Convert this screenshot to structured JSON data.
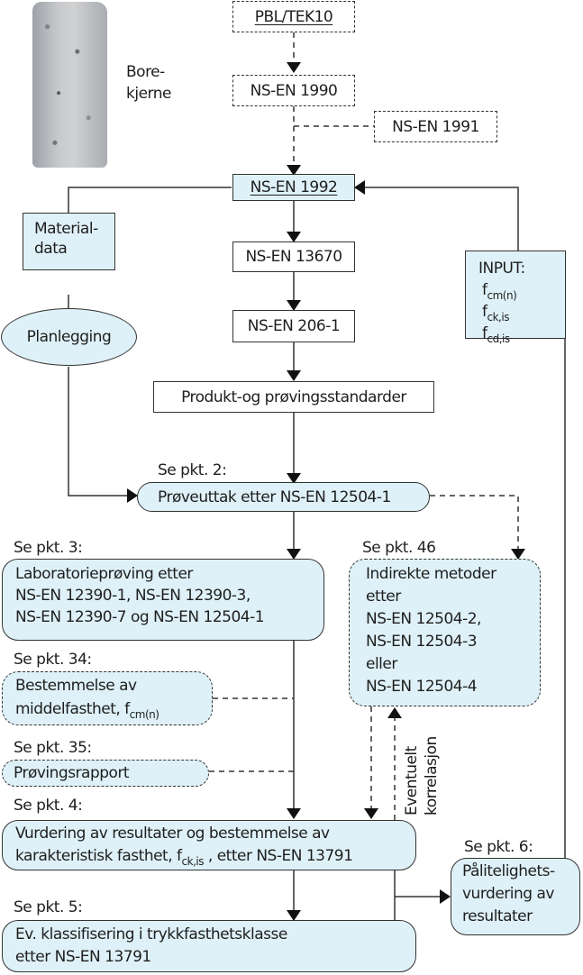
{
  "core_image": {
    "label_line1": "Bore-",
    "label_line2": "kjerne"
  },
  "nodes": {
    "pbl": "PBL/TEK10",
    "ns1990": "NS-EN 1990",
    "ns1991": "NS-EN 1991",
    "ns1992": "NS-EN 1992",
    "materialdata_line1": "Material-",
    "materialdata_line2": "data",
    "planlegging": "Planlegging",
    "ns13670": "NS-EN 13670",
    "ns206": "NS-EN 206-1",
    "produkt": "Produkt-og prøvingsstandarder",
    "input": {
      "title": "INPUT:",
      "items": [
        {
          "base": "f",
          "sub": "cm(n)"
        },
        {
          "base": "f",
          "sub": "ck,is"
        },
        {
          "base": "f",
          "sub": "cd,is"
        }
      ]
    },
    "proveuttak": {
      "ref": "Se pkt. 2:",
      "text": "Prøveuttak etter NS-EN 12504-1"
    },
    "lab": {
      "ref": "Se pkt. 3:",
      "lines": [
        "Laboratorieprøving etter",
        "NS-EN 12390-1, NS-EN 12390-3,",
        "NS-EN 12390-7 og NS-EN 12504-1"
      ]
    },
    "indirekte": {
      "ref": "Se pkt. 46",
      "lines": [
        "Indirekte metoder",
        "etter",
        "NS-EN 12504-2,",
        "NS-EN 12504-3",
        "eller",
        "NS-EN 12504-4"
      ]
    },
    "bestemmelse": {
      "ref": "Se pkt. 34:",
      "line1": "Bestemmelse av",
      "line2": "middelfasthet, f",
      "sub": "cm(n)"
    },
    "rapport": {
      "ref": "Se pkt. 35:",
      "text": "Prøvingsrapport"
    },
    "vurdering": {
      "ref": "Se pkt. 4:",
      "line1": "Vurdering av resultater og bestemmelse av",
      "line2a": "karakteristisk fasthet, f",
      "sub": "ck,is",
      "line2b": " , etter NS-EN 13791"
    },
    "klassifisering": {
      "ref": "Se pkt. 5:",
      "lines": [
        "Ev. klassifisering i trykkfasthetsklasse",
        "etter NS-EN 13791"
      ]
    },
    "palitelighet": {
      "ref": "Se pkt. 6:",
      "lines": [
        "Pålitelighets-",
        "vurdering av",
        "resultater"
      ]
    },
    "korrelasjon": {
      "line1": "Eventuelt",
      "line2": "korrelasjon"
    }
  },
  "colors": {
    "fill": "#dff1f8",
    "stroke": "#333333"
  }
}
